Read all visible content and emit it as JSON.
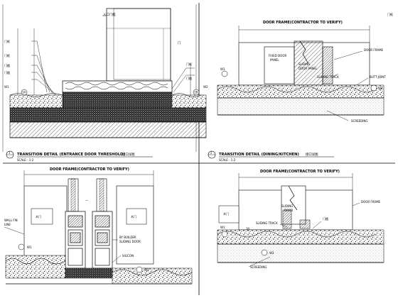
{
  "sheet": {
    "title": "Transition details",
    "panels": [
      {
        "id": "tl",
        "caption": "TRANSITION DETAIL (ENTRANCE DOOR THRESHOLD)",
        "caption_suffix": "接口详图",
        "scale": "SCALE - 1:2",
        "marker": "1",
        "labels": {
          "top_note": "入口门槛",
          "right_note": "门",
          "left_1": "门框",
          "left_2": "门框",
          "left_3": "门槛",
          "left_4": "门槛",
          "right_1": "门框",
          "right_2": "门槛",
          "tag_left": "W1",
          "tag_right": "W2",
          "mark_left": "1A",
          "mark_right": "1B"
        }
      },
      {
        "id": "tr",
        "caption": "TRANSITION DETAIL (DINING/KITCHEN)",
        "caption_suffix": "接口详图",
        "scale": "SCALE - 1:2",
        "marker": "2",
        "labels": {
          "top_dim": "DOOR FRAME(CONTRACTOR TO VERIFY)",
          "fixed_panel": "FIXED DOOR\nPANEL",
          "sliding_panel": "SLIDING\nDOOR PANEL",
          "sliding_track": "SLIDING TRACK",
          "door_frame": "DOOR FRAME",
          "butt_joint": "BUTT-JOINT",
          "screeding": "SCREEDING",
          "top_right_note": "门框",
          "tag_left": "W1",
          "tag_right": "W2"
        }
      },
      {
        "id": "bl",
        "caption": "",
        "labels": {
          "top_dim": "DOOR FRAME(CONTRACTOR TO VERIFY)",
          "left_box": "木门",
          "right_box": "木门",
          "wall_fin": "WALL FIN\nLINE",
          "by_builder": "BY BUILDER\nSLIDING DOOR",
          "silicon": "SILICON",
          "tag_left": "W1",
          "tag_mid": "W3"
        }
      },
      {
        "id": "br",
        "caption": "",
        "labels": {
          "top_dim": "DOOR FRAME(CONTRACTOR TO VERIFY)",
          "sliding_door": "SLIDING\nDOOR",
          "sliding_track": "SLIDING TRACK",
          "door_frame": "DOOR FRAME",
          "threshold": "门槛",
          "screeding": "SCREEDING",
          "left_box": "木门",
          "dim_30": "30",
          "tag_left": "W1",
          "tag_mid": "W2"
        }
      }
    ]
  }
}
